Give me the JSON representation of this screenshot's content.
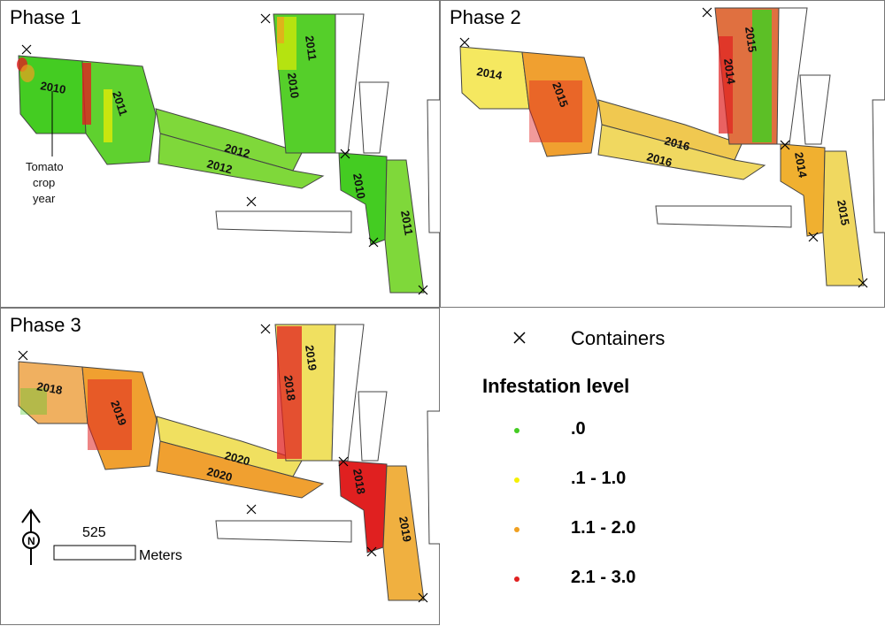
{
  "panels": [
    {
      "title": "Phase 1"
    },
    {
      "title": "Phase 2"
    },
    {
      "title": "Phase 3"
    }
  ],
  "phase1_years": {
    "a": "2010",
    "b": "2011",
    "c": "2012",
    "d": "2012",
    "e": "2010",
    "f": "2011",
    "g": "2010",
    "h": "2011"
  },
  "phase2_years": {
    "a": "2014",
    "b": "2015",
    "c": "2016",
    "d": "2016",
    "e": "2014",
    "f": "2015",
    "g": "2014",
    "h": "2015"
  },
  "phase3_years": {
    "a": "2018",
    "b": "2019",
    "c": "2020",
    "d": "2020",
    "e": "2018",
    "f": "2019",
    "g": "2018",
    "h": "2019"
  },
  "annotation": {
    "line1": "Tomato",
    "line2": "crop",
    "line3": "year"
  },
  "scale": {
    "value": "525",
    "unit": "Meters",
    "north": "N"
  },
  "legend": {
    "containers_label": "Containers",
    "title": "Infestation level",
    "items": [
      {
        "label": ".0",
        "color": "#44cc22"
      },
      {
        "label": ".1 - 1.0",
        "color": "#f5f000"
      },
      {
        "label": "1.1 - 2.0",
        "color": "#f0a020"
      },
      {
        "label": "2.1 - 3.0",
        "color": "#e02020"
      }
    ]
  },
  "colors": {
    "none": "#44cc22",
    "low": "#f5f000",
    "mid": "#f0a020",
    "high": "#e02020"
  }
}
